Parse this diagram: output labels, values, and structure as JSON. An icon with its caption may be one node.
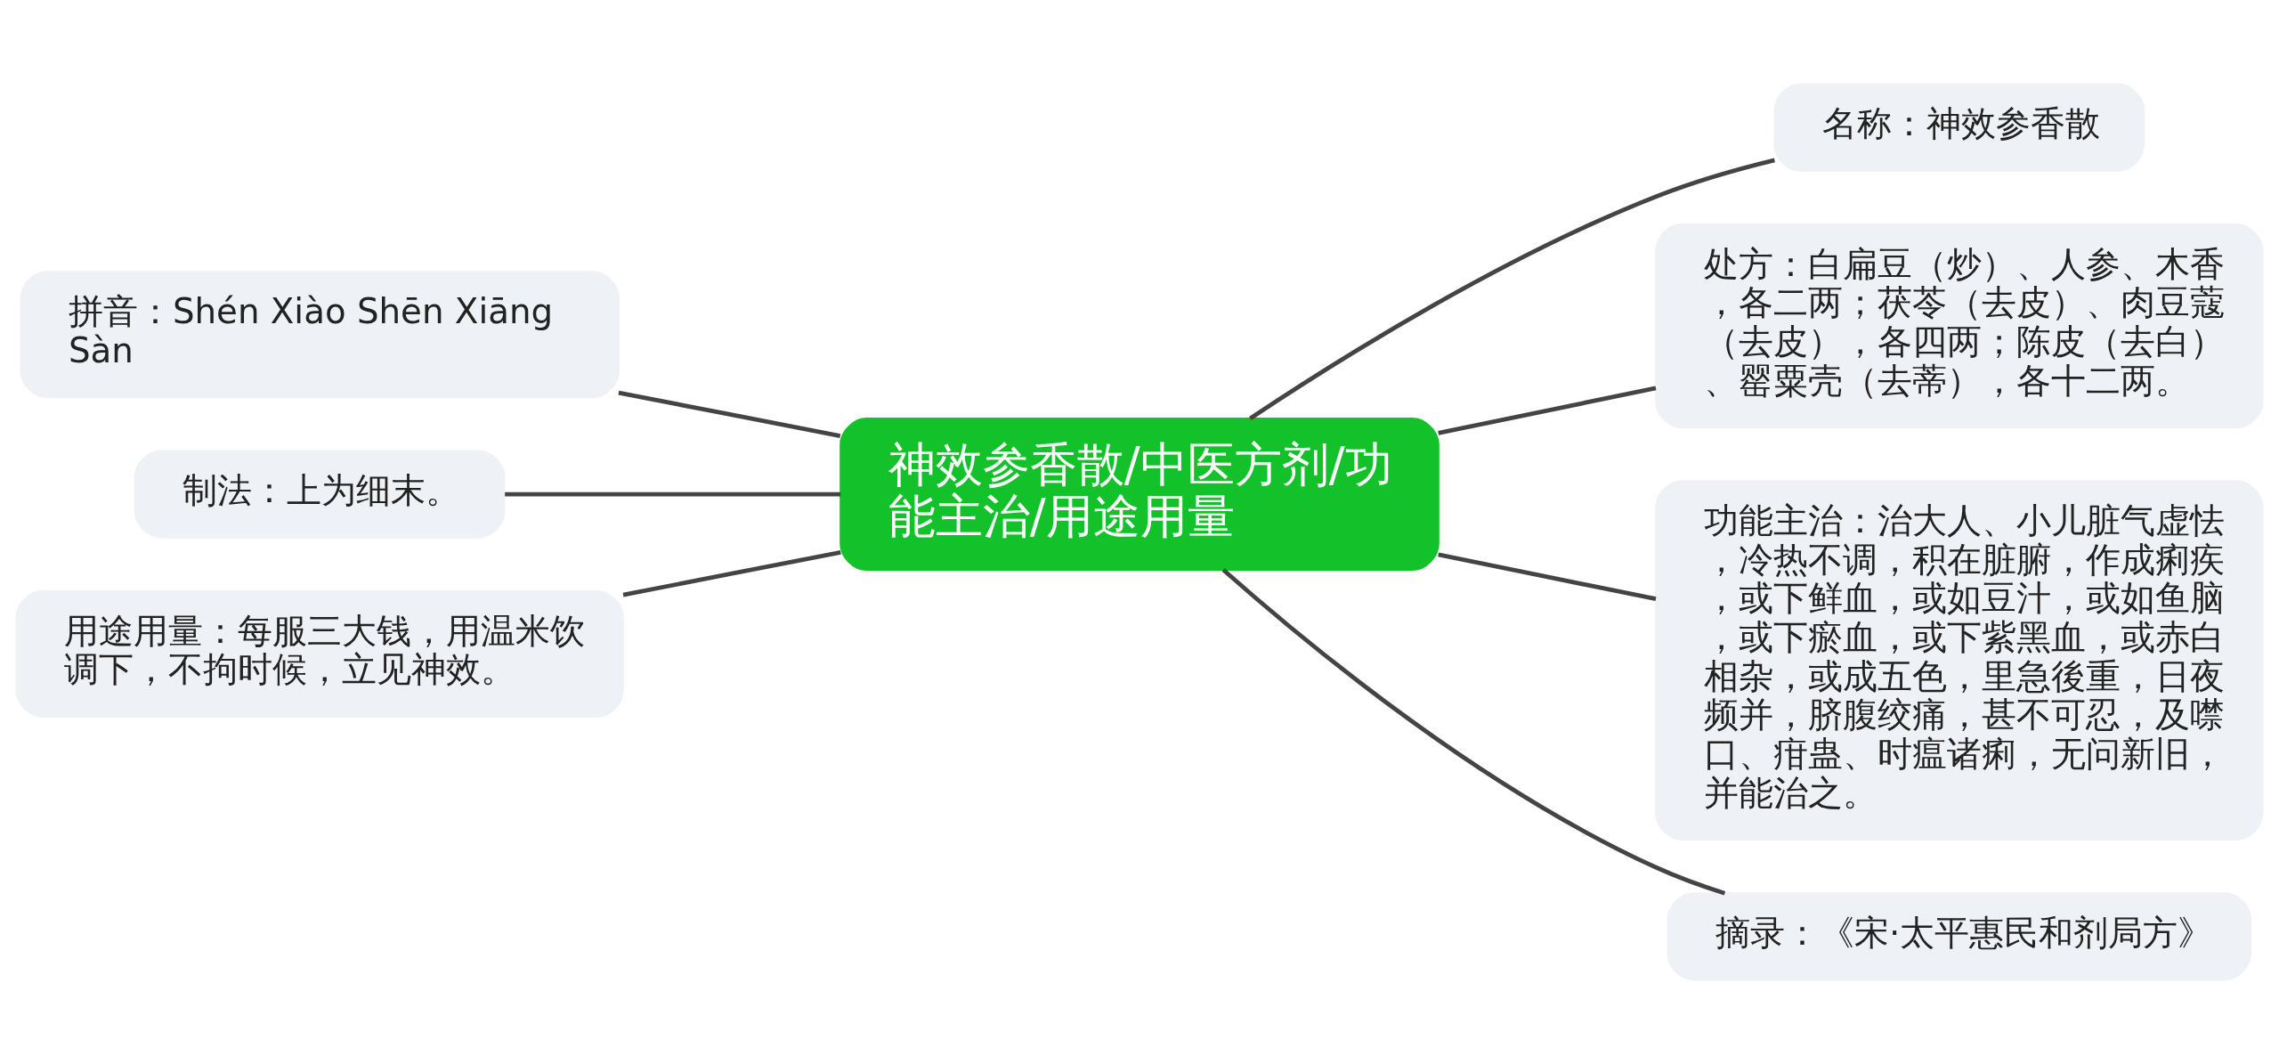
{
  "diagram": {
    "nodes": [
      {
        "text": [
          "神效参香散/中医方剂/功能主治/用途用量"
        ]
      },
      {
        "text": [
          "名称：神效参香散"
        ]
      },
      {
        "text": [
          "处方：白扁豆（炒）、人参、木香，各二两；茯苓（去皮）、肉豆蔻（去皮），各四两；陈皮（去白）、罂粟壳（去蒂），各十二两。"
        ]
      },
      {
        "text": [
          "功能主治：治大人、小儿脏气虚怯，冷热不调，积在脏腑，作成痢疾，或下鲜血，或如豆汁，或如鱼脑，或下瘀血，或下紫黑血，或赤白相杂，或成五色，里急後重，日夜频并，脐腹绞痛，甚不可忍，及噤口、疳蛊、时瘟诸痢，无问新旧，并能治之。"
        ]
      },
      {
        "text": [
          "摘录：《宋·太平惠民和剂局方》"
        ]
      },
      {
        "text": [
          "拼音：Shén Xiào Shēn Xiāng Sàn"
        ]
      },
      {
        "text": [
          "制法：上为细末。"
        ]
      },
      {
        "text": [
          "用途用量：每服三大钱，用温米饮调下，不拘时候，立见神效。"
        ]
      }
    ],
    "edges": [
      {
        "from": 0,
        "to": 1,
        "arrow": "none"
      },
      {
        "from": 0,
        "to": 2,
        "arrow": "none"
      },
      {
        "from": 0,
        "to": 3,
        "arrow": "none"
      },
      {
        "from": 0,
        "to": 4,
        "arrow": "none"
      },
      {
        "from": 5,
        "to": 0,
        "arrow": "none"
      },
      {
        "from": 6,
        "to": 0,
        "arrow": "none"
      },
      {
        "from": 7,
        "to": 0,
        "arrow": "none"
      }
    ]
  }
}
